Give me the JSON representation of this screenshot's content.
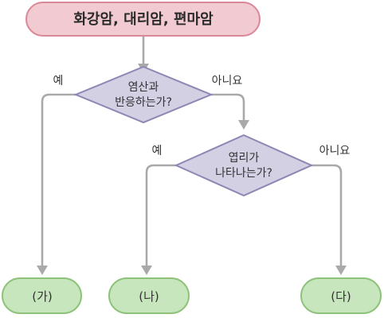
{
  "start": {
    "label": "화강암, 대리암, 편마암"
  },
  "question1": {
    "line1": "염산과",
    "line2": "반응하는가?",
    "yes": "예",
    "no": "아니요"
  },
  "question2": {
    "line1": "엽리가",
    "line2": "나타나는가?",
    "yes": "예",
    "no": "아니요"
  },
  "results": {
    "ga": "(가)",
    "na": "(나)",
    "da": "(다)"
  },
  "colors": {
    "start_fill": "#f2cbd2",
    "decision_fill": "#d3d0e4",
    "result_fill": "#c8e6bd",
    "connector": "#a9a9a9"
  }
}
